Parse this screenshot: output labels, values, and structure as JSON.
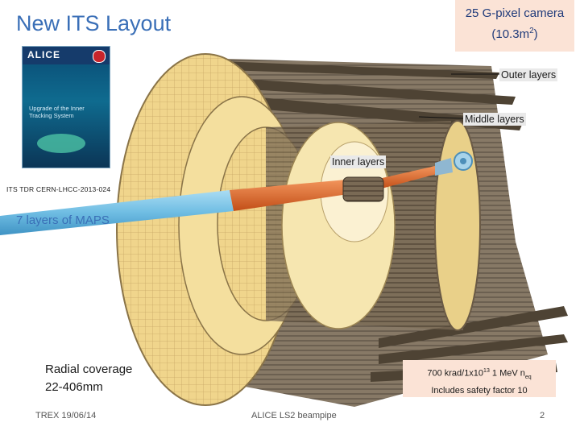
{
  "slide": {
    "title": "New ITS Layout",
    "camera_note": {
      "line1": "25 G-pixel camera",
      "line2_prefix": "(10.3m",
      "line2_sup": "2",
      "line2_suffix": ")"
    },
    "labels": {
      "outer": "Outer layers",
      "middle": "Middle layers",
      "inner": "Inner layers"
    },
    "tdr": {
      "reference": "ITS TDR CERN-LHCC-2013-024",
      "cover_logo": "ALICE",
      "cover_subtitle": "Upgrade of the Inner Tracking System"
    },
    "maps_note": "7 layers of MAPS",
    "radial": {
      "line1": "Radial coverage",
      "line2": "22-406mm"
    },
    "radiation": {
      "prefix": "700 krad/1x10",
      "sup": "13",
      "middle": " 1 MeV n",
      "sub": "eq",
      "line2": "Includes safety factor 10"
    },
    "footer": {
      "date": "TREX 19/06/14",
      "center": "ALICE LS2 beampipe",
      "page": "2"
    },
    "colors": {
      "title": "#3a6fb7",
      "highlight_box": "#fbe3d6",
      "support_yellow": "#f2d98a",
      "beampipe_blue": "#7cc4e8",
      "beampipe_orange": "#e0662a",
      "stave_brown": "#6a5a46"
    }
  }
}
